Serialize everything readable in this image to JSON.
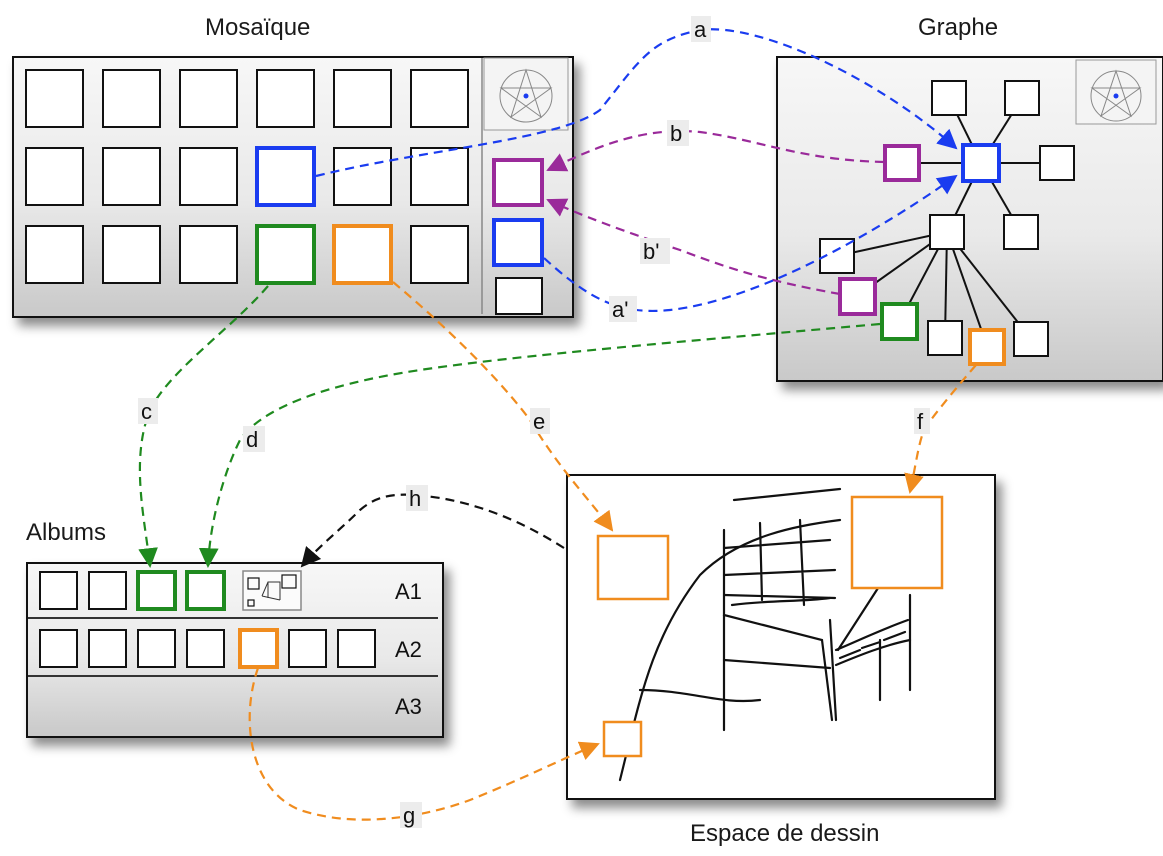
{
  "titles": {
    "mosaique": "Mosaïque",
    "graphe": "Graphe",
    "albums": "Albums",
    "espace": "Espace de dessin"
  },
  "albums": {
    "rows": [
      "A1",
      "A2",
      "A3"
    ]
  },
  "edges": {
    "a": "a",
    "b": "b",
    "b_prime": "b'",
    "a_prime": "a'",
    "c": "c",
    "d": "d",
    "e": "e",
    "f": "f",
    "g": "g",
    "h": "h"
  },
  "colors": {
    "blue": "#1a3cf0",
    "purple": "#9a2a9a",
    "green": "#1f8a1f",
    "orange": "#f08c1e",
    "black": "#111111"
  },
  "icons": [
    "radar-thumbnail-icon",
    "sketch-thumbnail-icon"
  ]
}
